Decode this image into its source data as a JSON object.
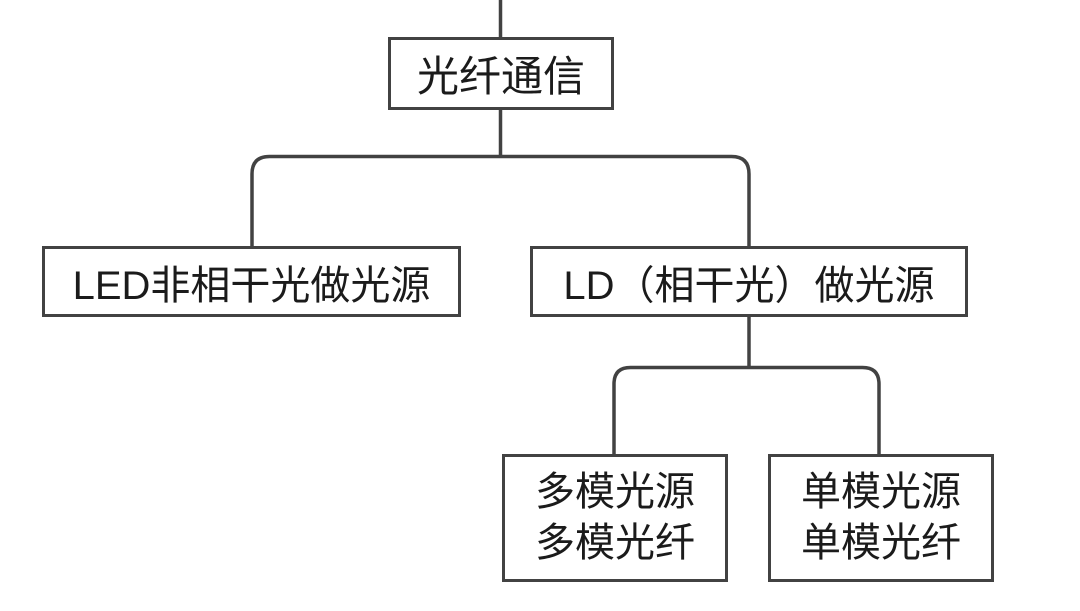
{
  "colors": {
    "line": "#424242",
    "box_border": "#424242",
    "box_background": "#ffffff",
    "text": "#1b1b1b",
    "page_background": "#ffffff"
  },
  "nodes": {
    "root": {
      "label": "光纤通信"
    },
    "led": {
      "label": "LED非相干光做光源"
    },
    "ld": {
      "label": "LD（相干光）做光源"
    },
    "multimode": {
      "line1": "多模光源",
      "line2": "多模光纤"
    },
    "singlemode": {
      "line1": "单模光源",
      "line2": "单模光纤"
    }
  },
  "structure": {
    "type": "tree",
    "root": "光纤通信",
    "root_children": [
      "LED非相干光做光源",
      "LD（相干光）做光源"
    ],
    "ld_children": [
      "多模光源 多模光纤",
      "单模光源 单模光纤"
    ],
    "note_top_edge": "vertical connector line continues above 光纤通信 past the top edge of the image"
  }
}
